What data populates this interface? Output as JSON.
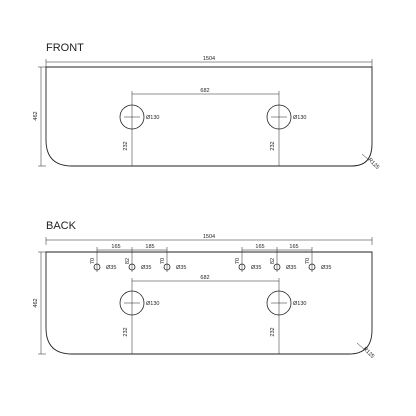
{
  "front": {
    "title": "FRONT",
    "width_label": "1504",
    "height_label": "462",
    "spacing_label": "682",
    "left_hole_label": "Ø130",
    "right_hole_label": "Ø130",
    "left_offset_label": "232",
    "right_offset_label": "232",
    "corner_label": "R125"
  },
  "back": {
    "title": "BACK",
    "width_label": "1504",
    "height_label": "462",
    "spacing_label": "682",
    "left_group": {
      "spacing_a": "165",
      "spacing_b": "185",
      "tap_a_offset": "70",
      "tap_b_offset": "82",
      "tap_c_offset": "70",
      "tap_a_label": "Ø35",
      "tap_b_label": "Ø35",
      "tap_c_label": "Ø35"
    },
    "right_group": {
      "spacing_a": "165",
      "spacing_b": "165",
      "tap_a_offset": "70",
      "tap_b_offset": "82",
      "tap_c_offset": "70",
      "tap_a_label": "Ø35",
      "tap_b_label": "Ø35",
      "tap_c_label": "Ø35"
    },
    "left_hole_label": "Ø130",
    "right_hole_label": "Ø130",
    "left_offset_label": "232",
    "right_offset_label": "232",
    "corner_label": "R125"
  }
}
